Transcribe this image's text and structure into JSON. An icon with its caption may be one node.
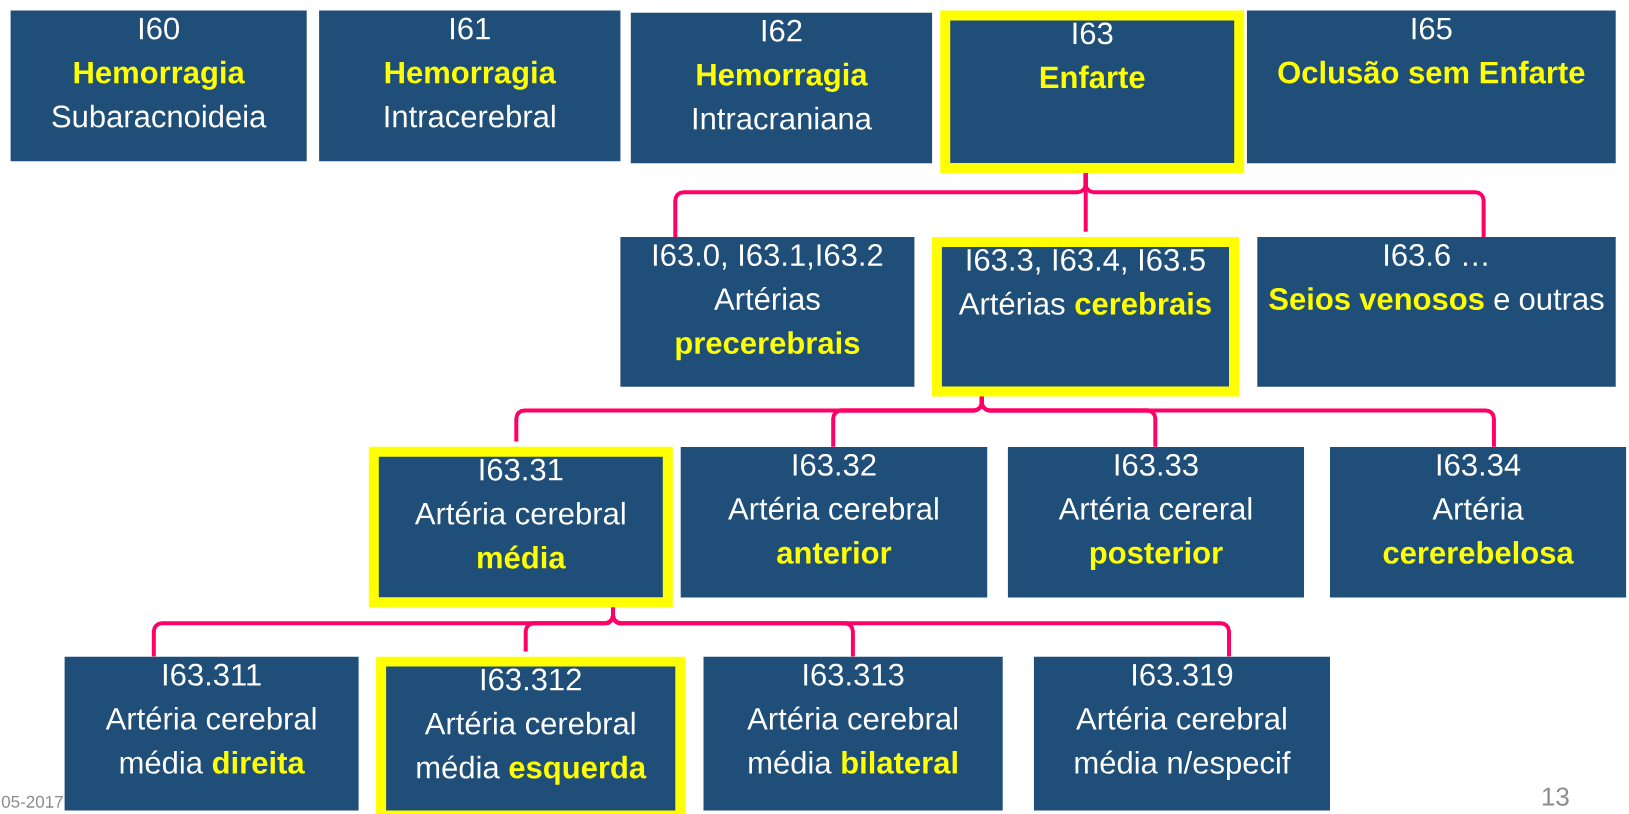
{
  "diagram": {
    "nodes": [
      {
        "text": [
          "I60",
          "**Hemorragia** Subaracnoideia"
        ]
      },
      {
        "text": [
          "I61",
          "**Hemorragia** Intracerebral"
        ]
      },
      {
        "text": [
          "I62",
          "**Hemorragia** Intracraniana"
        ]
      },
      {
        "text": [
          "I63",
          "**Enfarte**"
        ]
      },
      {
        "text": [
          "I65",
          "**Oclusão sem Enfarte**"
        ]
      },
      {
        "text": [
          "I63.0, I63.1,I63.2",
          "Artérias **precerebrais**"
        ]
      },
      {
        "text": [
          "I63.3, I63.4, I63.5",
          "Artérias **cerebrais**"
        ]
      },
      {
        "text": [
          "I63.6 …",
          "**Seios venosos** e outras"
        ]
      },
      {
        "text": [
          "I63.31",
          "Artéria cerebral **média**"
        ]
      },
      {
        "text": [
          "I63.32",
          "Artéria cerebral **anterior**"
        ]
      },
      {
        "text": [
          "I63.33",
          "Artéria cereral **posterior**"
        ]
      },
      {
        "text": [
          "I63.34",
          "Artéria **cererebelosa**"
        ]
      },
      {
        "text": [
          "I63.311",
          "Artéria cerebral média **direita**"
        ]
      },
      {
        "text": [
          "I63.312",
          "Artéria cerebral média **esquerda**"
        ]
      },
      {
        "text": [
          "I63.313",
          "Artéria cerebral média **bilateral**"
        ]
      },
      {
        "text": [
          "I63.319",
          "Artéria cerebral média n/especif"
        ]
      }
    ],
    "edges": [
      {
        "from": 3,
        "to": 5,
        "arrow": "none"
      },
      {
        "from": 3,
        "to": 6,
        "arrow": "none"
      },
      {
        "from": 3,
        "to": 7,
        "arrow": "none"
      },
      {
        "from": 6,
        "to": 8,
        "arrow": "none"
      },
      {
        "from": 6,
        "to": 9,
        "arrow": "none"
      },
      {
        "from": 6,
        "to": 10,
        "arrow": "none"
      },
      {
        "from": 6,
        "to": 11,
        "arrow": "none"
      },
      {
        "from": 8,
        "to": 12,
        "arrow": "none"
      },
      {
        "from": 8,
        "to": 13,
        "arrow": "none"
      },
      {
        "from": 8,
        "to": 14,
        "arrow": "none"
      },
      {
        "from": 8,
        "to": 15,
        "arrow": "none"
      }
    ],
    "labels": [
      "05-2017",
      "13"
    ]
  }
}
